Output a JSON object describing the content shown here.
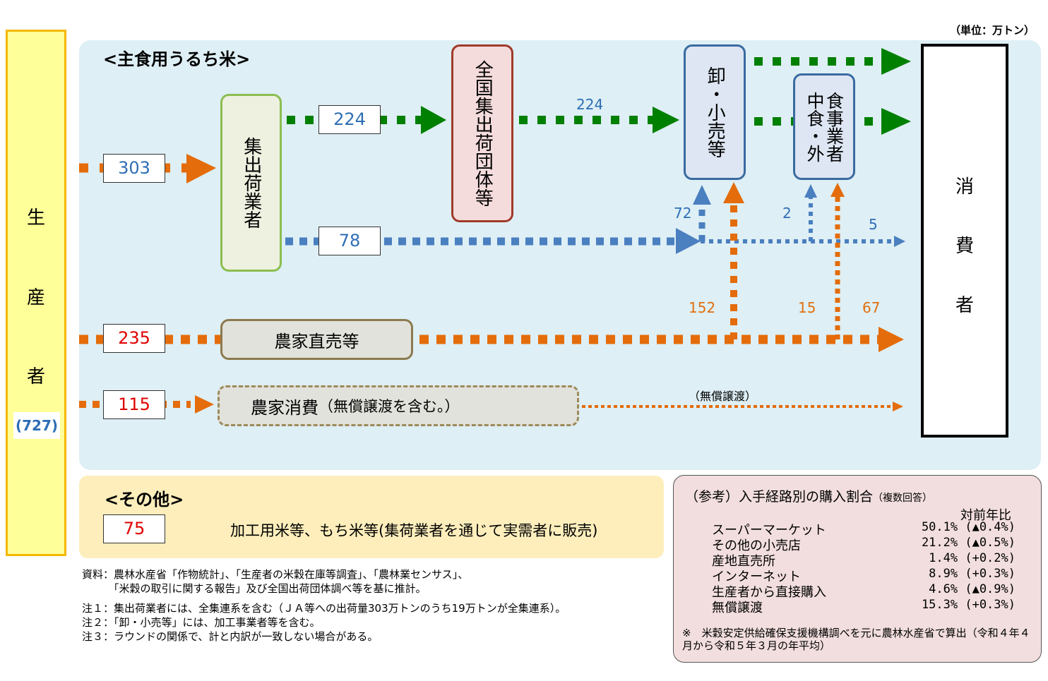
{
  "unit_label": "（単位：万トン）",
  "producer": {
    "chars": [
      "生",
      "産",
      "者"
    ],
    "total": "(727)"
  },
  "consumer": {
    "chars": [
      "消",
      "費",
      "者"
    ]
  },
  "main_section": {
    "title": "<主食用うるち米>",
    "nodes": {
      "collector": "集出荷業者",
      "national": "全国集出荷団体等",
      "wholesale": "卸・小売等",
      "foodservice_col1": "中食・外",
      "foodservice_col2": "食事業者",
      "farm_direct": "農家直売等",
      "farm_consumption": "農家消費",
      "farm_consumption_note": "（無償譲渡を含む。）"
    },
    "flows": {
      "to_collector": "303",
      "collector_to_national": "224",
      "national_to_wholesale": "224",
      "collector_direct": "78",
      "to_wholesale_from_collector": "72",
      "to_foodservice_from_collector": "2",
      "collector_to_consumer": "5",
      "farm_direct_in": "235",
      "farm_to_wholesale": "152",
      "farm_to_foodservice": "15",
      "farm_to_consumer": "67",
      "farm_consumption_in": "115",
      "free_transfer_label": "（無償譲渡）"
    }
  },
  "other_section": {
    "title": "<その他>",
    "value": "75",
    "text": "加工用米等、もち米等(集荷業者を通じて実需者に販売)"
  },
  "notes": [
    "資料：農林水産省「作物統計」、「生産者の米穀在庫等調査」、「農林業センサス」、",
    "　　　「米穀の取引に関する報告」及び全国出荷団体調べ等を基に推計。",
    "注１：集出荷業者には、全集連系を含む（ＪＡ等への出荷量303万トンのうち19万トンが全集連系）。",
    "注２：「卸・小売等」には、加工事業者等を含む。",
    "注３：ラウンドの関係で、計と内訳が一致しない場合がある。"
  ],
  "reference": {
    "title": "（参考）入手経路別の購入割合",
    "title_note": "（複数回答）",
    "column_header": "対前年比",
    "rows": [
      {
        "name": "スーパーマーケット",
        "value": "50.1% (▲0.4%)"
      },
      {
        "name": "その他の小売店",
        "value": "21.2% (▲0.5%)"
      },
      {
        "name": "産地直売所",
        "value": "1.4% (+0.2%)"
      },
      {
        "name": "インターネット",
        "value": "8.9% (+0.3%)"
      },
      {
        "name": "生産者から直接購入",
        "value": "4.6% (▲0.9%)"
      },
      {
        "name": "無償譲渡",
        "value": "15.3% (+0.3%)"
      }
    ],
    "footnote": "※　米穀安定供給確保支援機構調べを元に農林水産省で算出（令和４年４月から令和５年３月の年平均）"
  },
  "colors": {
    "green": "#008000",
    "blue": "#4a7fc0",
    "orange": "#e46c0a"
  }
}
